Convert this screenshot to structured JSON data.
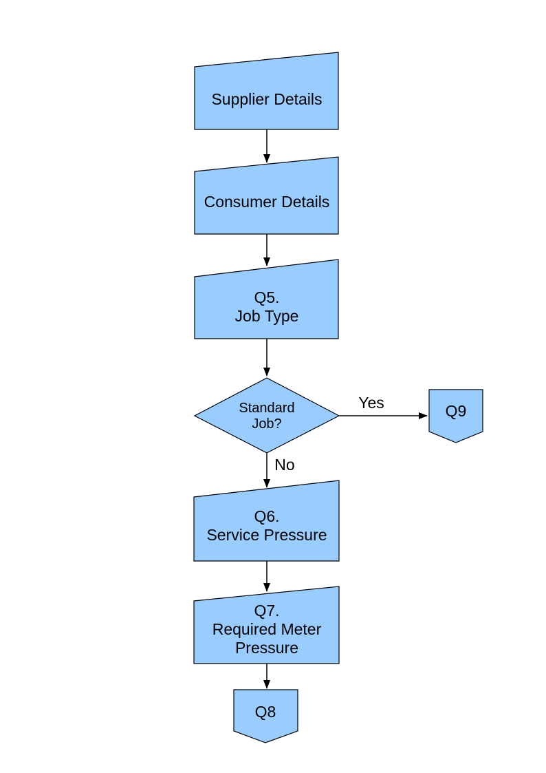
{
  "page": {
    "background_color": "#ffffff"
  },
  "flowchart": {
    "fill_color": "#99CCFF",
    "stroke_color": "#000000",
    "nodes": {
      "supplier_details": {
        "lines": [
          "Supplier Details"
        ]
      },
      "consumer_details": {
        "lines": [
          "Consumer Details"
        ]
      },
      "q5_job_type": {
        "lines": [
          "Q5.",
          "Job Type"
        ]
      },
      "standard_job_decision": {
        "lines": [
          "Standard",
          "Job?"
        ]
      },
      "q9_connector": {
        "label": "Q9"
      },
      "q6_service_pressure": {
        "lines": [
          "Q6.",
          "Service Pressure"
        ]
      },
      "q7_required_meter_pressure": {
        "lines": [
          "Q7.",
          "Required Meter",
          "Pressure"
        ]
      },
      "q8_connector": {
        "label": "Q8"
      }
    },
    "edge_labels": {
      "yes": "Yes",
      "no": "No"
    }
  }
}
